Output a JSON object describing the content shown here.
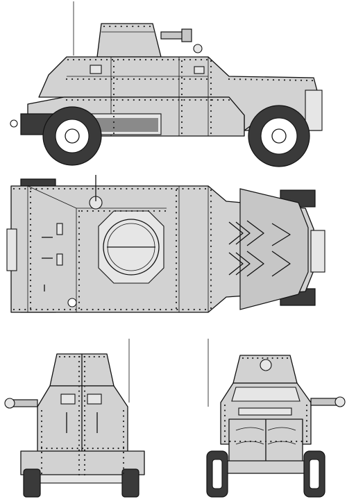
{
  "views": [
    {
      "id": "side",
      "label": ""
    },
    {
      "id": "top",
      "label": ""
    },
    {
      "id": "front",
      "label": ""
    },
    {
      "id": "rear",
      "label": ""
    }
  ],
  "colors": {
    "line": "#111111",
    "armor": "#d2d2d2",
    "armor_shadow": "#c6c6c6",
    "tire": "#3a3a3a",
    "background": "#ffffff"
  }
}
